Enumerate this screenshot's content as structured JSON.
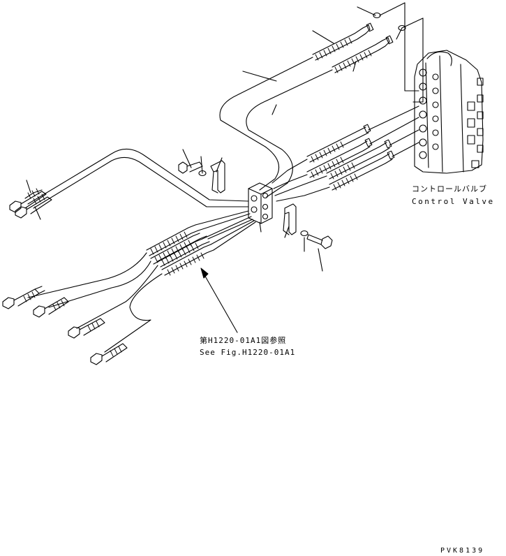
{
  "labels": {
    "control_valve_jp": "コントロールバルブ",
    "control_valve_en": "Control Valve",
    "see_figure_jp": "第H1220-01A1図参照",
    "see_figure_en": "See Fig.H1220-01A1",
    "drawing_number": "PVK8139"
  },
  "colors": {
    "line": "#000000",
    "background": "#ffffff"
  }
}
